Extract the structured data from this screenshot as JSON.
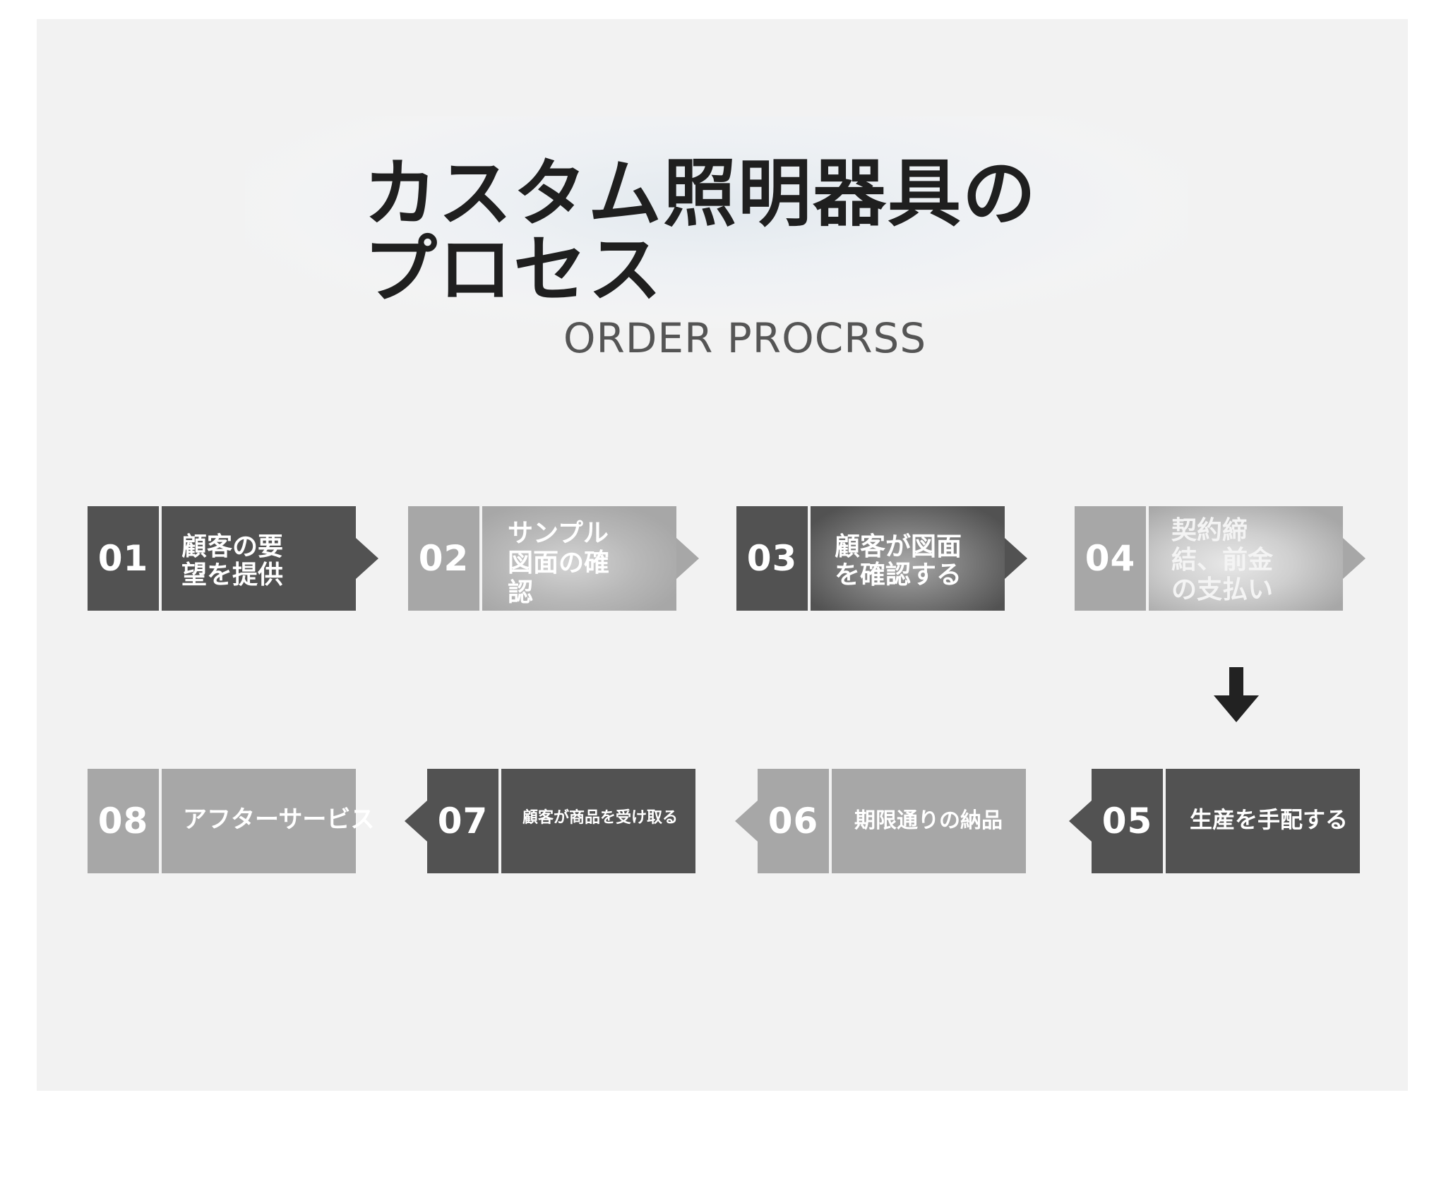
{
  "title": "カスタム照明器具のプロセス",
  "subtitle": "ORDER PROCRSS",
  "steps": [
    {
      "num": "01",
      "label": "顧客の要望を提供"
    },
    {
      "num": "02",
      "label": "サンプル図面の確認"
    },
    {
      "num": "03",
      "label": "顧客が図面を確認する"
    },
    {
      "num": "04",
      "label": "契約締結、前金の支払い"
    },
    {
      "num": "05",
      "label": "生産を手配する"
    },
    {
      "num": "06",
      "label": "期限通りの納品"
    },
    {
      "num": "07",
      "label": "顧客が商品を受け取る"
    },
    {
      "num": "08",
      "label": "アフターサービス"
    }
  ],
  "colors": {
    "dark": "#525252",
    "light": "#a7a7a7",
    "background": "#f2f2f2",
    "arrow": "#222222"
  },
  "icons": {
    "down_arrow": "arrow-down-icon"
  }
}
